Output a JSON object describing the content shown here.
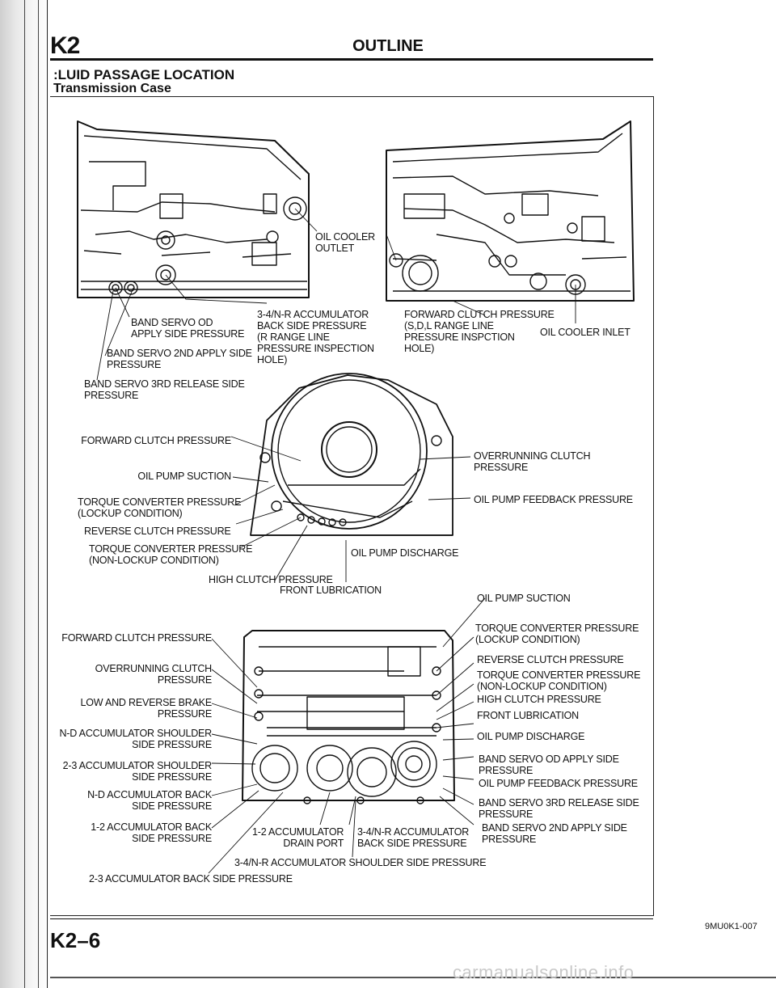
{
  "header": {
    "section_code": "K2",
    "title": "OUTLINE"
  },
  "section": {
    "heading": ":LUID PASSAGE LOCATION",
    "subheading": "Transmission Case"
  },
  "labels": {
    "oil_cooler_outlet": "OIL COOLER\nOUTLET",
    "band_servo_od_apply": "BAND SERVO OD\nAPPLY SIDE PRESSURE",
    "accum_34nr_back": "3-4/N-R ACCUMULATOR\nBACK SIDE PRESSURE\n(R RANGE LINE\nPRESSURE INSPECTION\nHOLE)",
    "forward_clutch_sdl": "FORWARD CLUTCH PRESSURE\n(S,D,L RANGE LINE\nPRESSURE INSPCTION\nHOLE)",
    "oil_cooler_inlet": "OIL COOLER INLET",
    "band_servo_2nd_apply": "BAND SERVO 2ND APPLY SIDE\nPRESSURE",
    "band_servo_3rd_release": "BAND SERVO 3RD RELEASE SIDE\nPRESSURE",
    "p_forward_clutch": "FORWARD CLUTCH PRESSURE",
    "p_oil_pump_suction": "OIL PUMP SUCTION",
    "p_torque_lockup": "TORQUE CONVERTER PRESSURE\n(LOCKUP CONDITION)",
    "p_reverse_clutch": "REVERSE CLUTCH PRESSURE",
    "p_torque_nonlockup": "TORQUE CONVERTER PRESSURE\n(NON-LOCKUP CONDITION)",
    "p_overrunning": "OVERRUNNING CLUTCH\nPRESSURE",
    "p_pump_feedback": "OIL PUMP FEEDBACK PRESSURE",
    "p_pump_discharge": "OIL PUMP DISCHARGE",
    "p_high_clutch": "HIGH CLUTCH PRESSURE",
    "p_front_lube": "FRONT LUBRICATION",
    "b_forward_clutch": "FORWARD CLUTCH PRESSURE",
    "b_overrunning": "OVERRUNNING CLUTCH\nPRESSURE",
    "b_low_reverse": "LOW AND REVERSE BRAKE\nPRESSURE",
    "b_nd_shoulder": "N-D ACCUMULATOR SHOULDER\nSIDE PRESSURE",
    "b_23_shoulder": "2-3 ACCUMULATOR SHOULDER\nSIDE PRESSURE",
    "b_nd_back": "N-D ACCUMULATOR BACK\nSIDE PRESSURE",
    "b_12_back": "1-2 ACCUMULATOR BACK\nSIDE PRESSURE",
    "b_12_drain": "1-2 ACCUMULATOR\nDRAIN PORT",
    "b_34nr_back": "3-4/N-R ACCUMULATOR\nBACK SIDE PRESSURE",
    "b_34nr_shoulder": "3-4/N-R ACCUMULATOR SHOULDER SIDE PRESSURE",
    "b_23_back": "2-3 ACCUMULATOR BACK SIDE PRESSURE",
    "b_oil_pump_suction": "OIL PUMP SUCTION",
    "b_torque_lockup": "TORQUE CONVERTER PRESSURE\n(LOCKUP CONDITION)",
    "b_reverse_clutch": "REVERSE CLUTCH PRESSURE",
    "b_torque_nonlockup": "TORQUE CONVERTER PRESSURE\n(NON-LOCKUP CONDITION)",
    "b_high_clutch": "HIGH CLUTCH PRESSURE",
    "b_front_lube": "FRONT LUBRICATION",
    "b_pump_discharge": "OIL PUMP DISCHARGE",
    "b_band_od": "BAND SERVO OD APPLY SIDE\nPRESSURE",
    "b_pump_feedback": "OIL PUMP FEEDBACK PRESSURE",
    "b_band_3rd": "BAND SERVO 3RD RELEASE SIDE\nPRESSURE",
    "b_band_2nd": "BAND SERVO 2ND APPLY SIDE\nPRESSURE"
  },
  "figure_id": "9MU0K1-007",
  "footer": {
    "page_code": "K2–6"
  },
  "watermark": "carmanualsonline.info"
}
